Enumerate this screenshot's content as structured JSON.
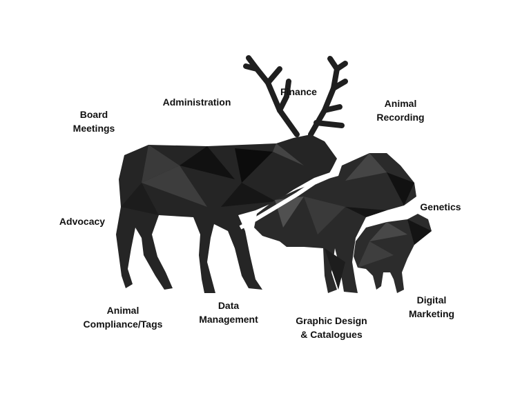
{
  "colors": {
    "silhouette_dark": "#1a1a1a",
    "silhouette_mid": "#2e2e2e",
    "silhouette_light": "#444444",
    "background": "#ffffff"
  },
  "icons": [
    "deer-icon",
    "cow-icon",
    "sheep-icon"
  ],
  "labels": {
    "board_meetings": [
      "Board",
      "Meetings"
    ],
    "administration": [
      "Administration"
    ],
    "finance": [
      "Finance"
    ],
    "animal_recording": [
      "Animal",
      "Recording"
    ],
    "advocacy": [
      "Advocacy"
    ],
    "genetics": [
      "Genetics"
    ],
    "animal_compliance": [
      "Animal",
      "Compliance/Tags"
    ],
    "data_management": [
      "Data",
      "Management"
    ],
    "graphic_design": [
      "Graphic Design",
      "& Catalogues"
    ],
    "digital_marketing": [
      "Digital",
      "Marketing"
    ]
  }
}
